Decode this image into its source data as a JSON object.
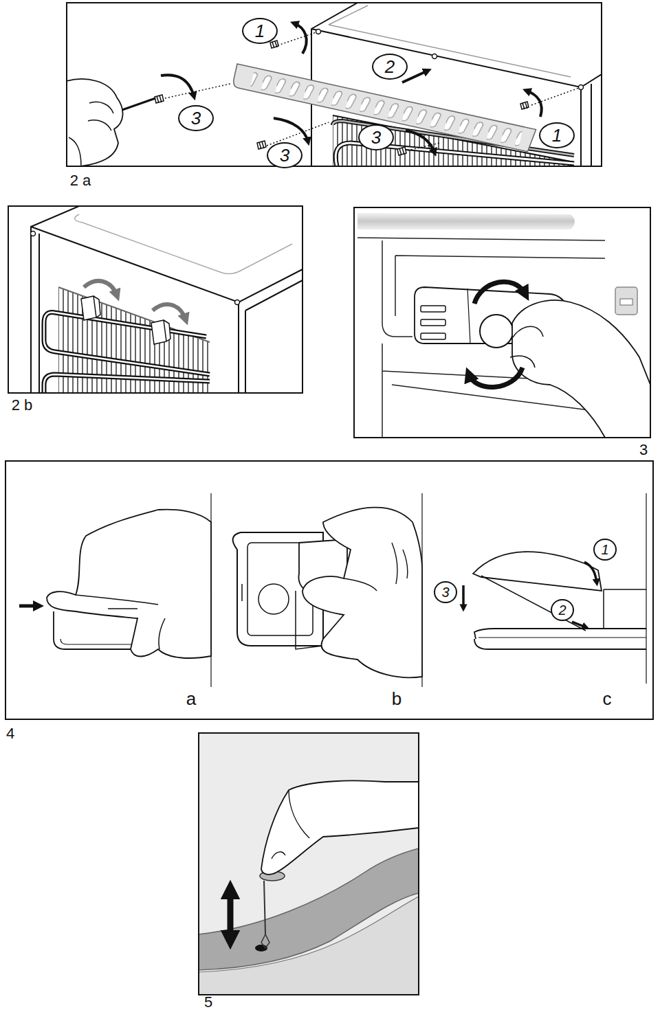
{
  "diagram": {
    "labels": [
      "1",
      "2",
      "3",
      "3",
      "3",
      "1",
      "2 a",
      "2 b",
      "3",
      "1",
      "3",
      "2",
      "a",
      "b",
      "c",
      "4",
      "5"
    ]
  }
}
